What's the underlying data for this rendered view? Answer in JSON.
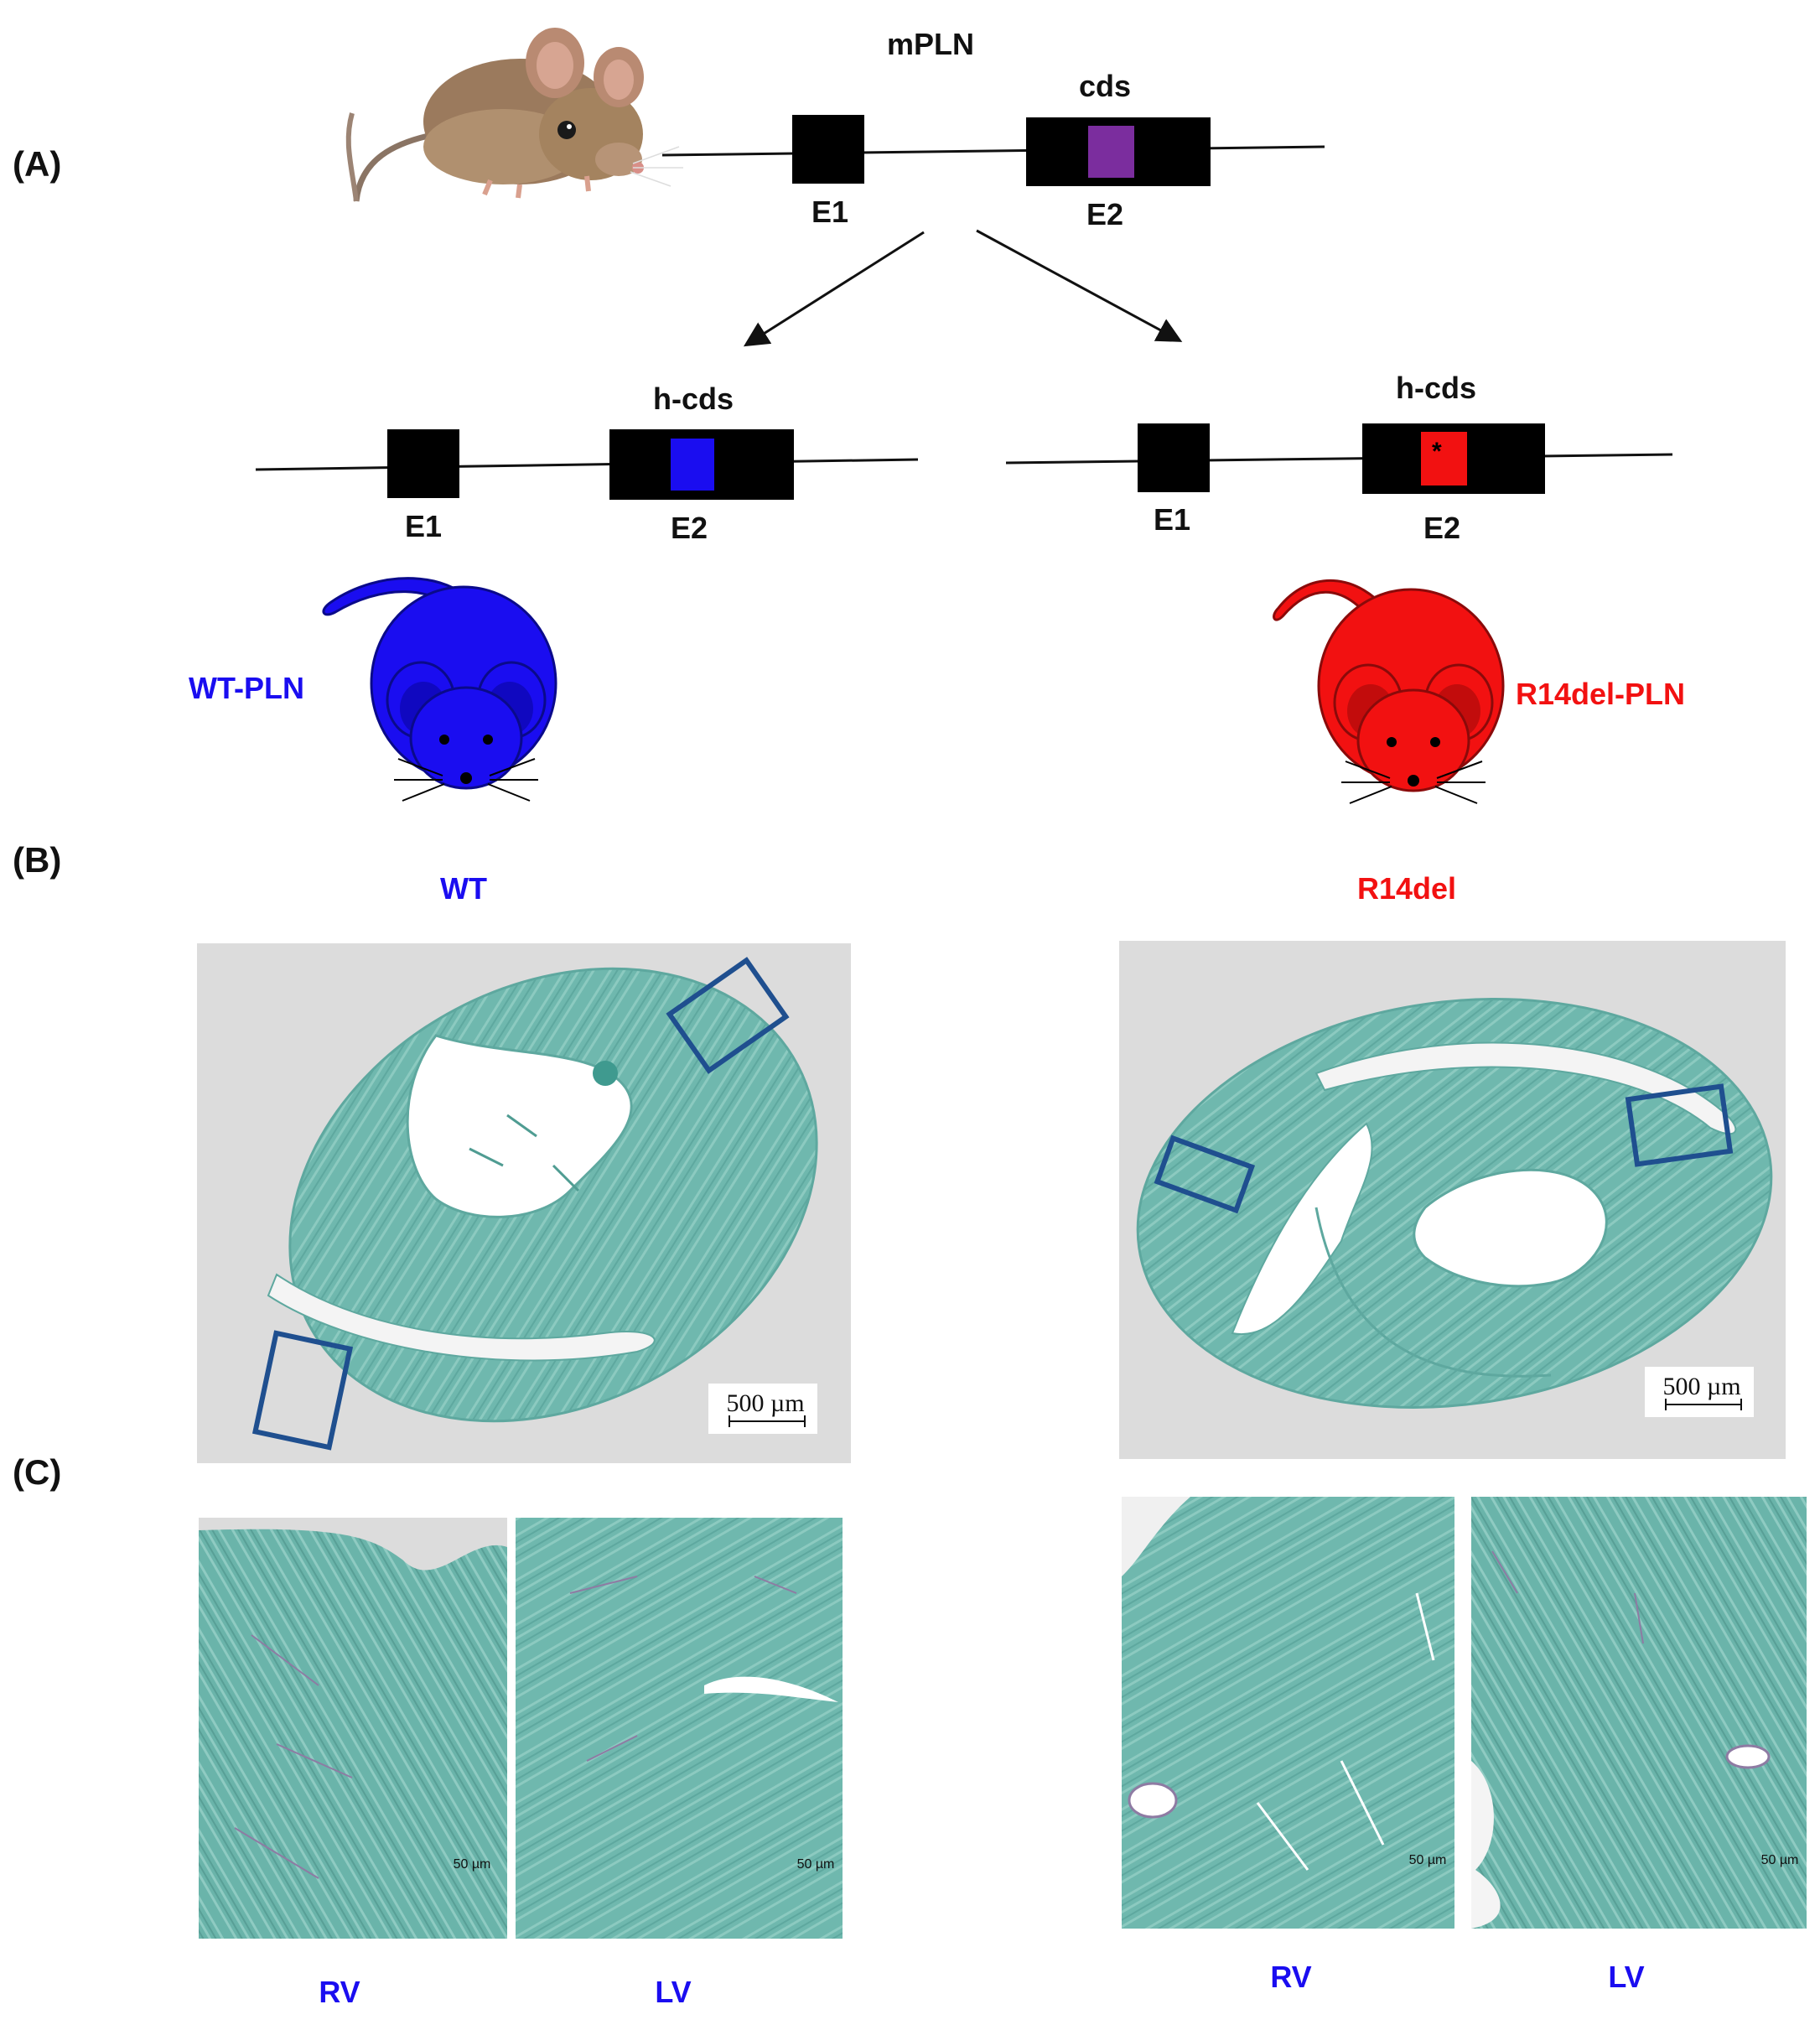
{
  "panels": {
    "a": "(A)",
    "b": "(B)",
    "c": "(C)"
  },
  "top": {
    "gene": "mPLN",
    "cds": "cds",
    "e1": "E1",
    "e2": "E2"
  },
  "left": {
    "cds": "h-cds",
    "e1": "E1",
    "e2": "E2",
    "mouse": "WT-PLN"
  },
  "right": {
    "cds": "h-cds",
    "e1": "E1",
    "e2": "E2",
    "mouse": "R14del-PLN",
    "mutation_mark": "*"
  },
  "section_b": {
    "wt": "WT",
    "r14": "R14del",
    "scale_wt": "500 µm",
    "scale_r14": "500 µm"
  },
  "section_c": {
    "scale_small": "50 µm",
    "labels": {
      "wt_rv": "RV",
      "wt_lv": "LV",
      "r14_rv": "RV",
      "r14_lv": "LV"
    }
  },
  "colors": {
    "wt": "#1a0df0",
    "r14": "#f21111",
    "cds_mouse": "#7b2d9e",
    "cds_human_wt": "#1a0df0",
    "cds_human_r14": "#f21111",
    "stain": "#6fb8ae",
    "box": "#1f4f8f"
  }
}
